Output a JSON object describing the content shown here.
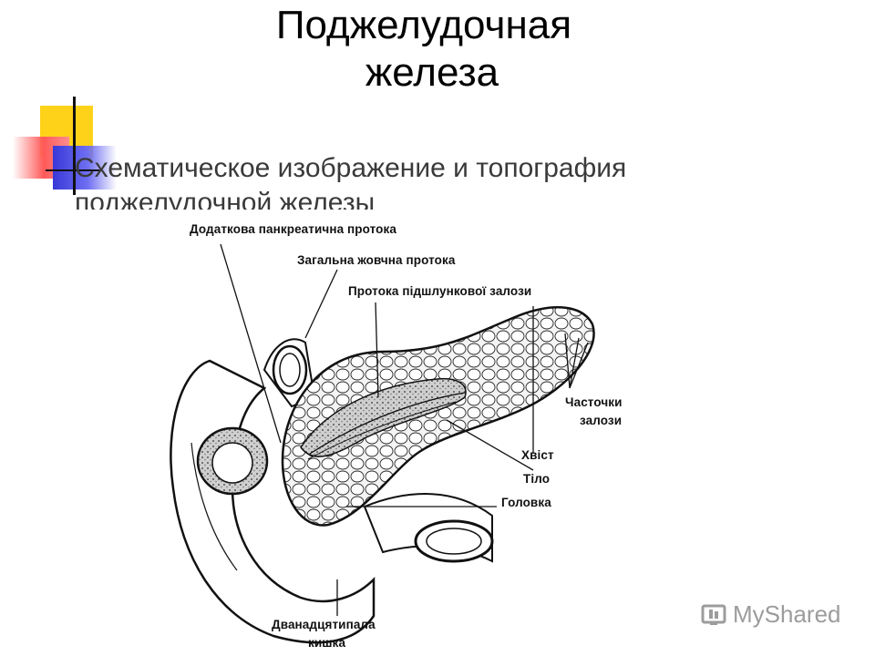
{
  "slide": {
    "title_line1": "Поджелудочная",
    "title_line2": "железа",
    "subtitle_line1": "Схематическое изображение и топография",
    "subtitle_line2": "поджелудочной железы"
  },
  "diagram_labels": {
    "accessory_duct": "Додаткова панкреатична протока",
    "common_bile_duct": "Загальна жовчна протока",
    "pancreatic_duct": "Протока підшлункової залози",
    "lobules_line1": "Часточки",
    "lobules_line2": "залози",
    "tail": "Хвіст",
    "body": "Тіло",
    "head": "Головка",
    "duodenum_line1": "Дванадцятипала",
    "duodenum_line2": "кишка"
  },
  "watermark": {
    "text": "MyShared",
    "icon": "myshared-logo-icon"
  },
  "colors": {
    "accent_yellow": "#ffd21a",
    "accent_red": "#ff5a5a",
    "accent_blue": "#3838d8",
    "subtitle_text": "#3a3a3a",
    "watermark_text": "#9c9c9c"
  }
}
